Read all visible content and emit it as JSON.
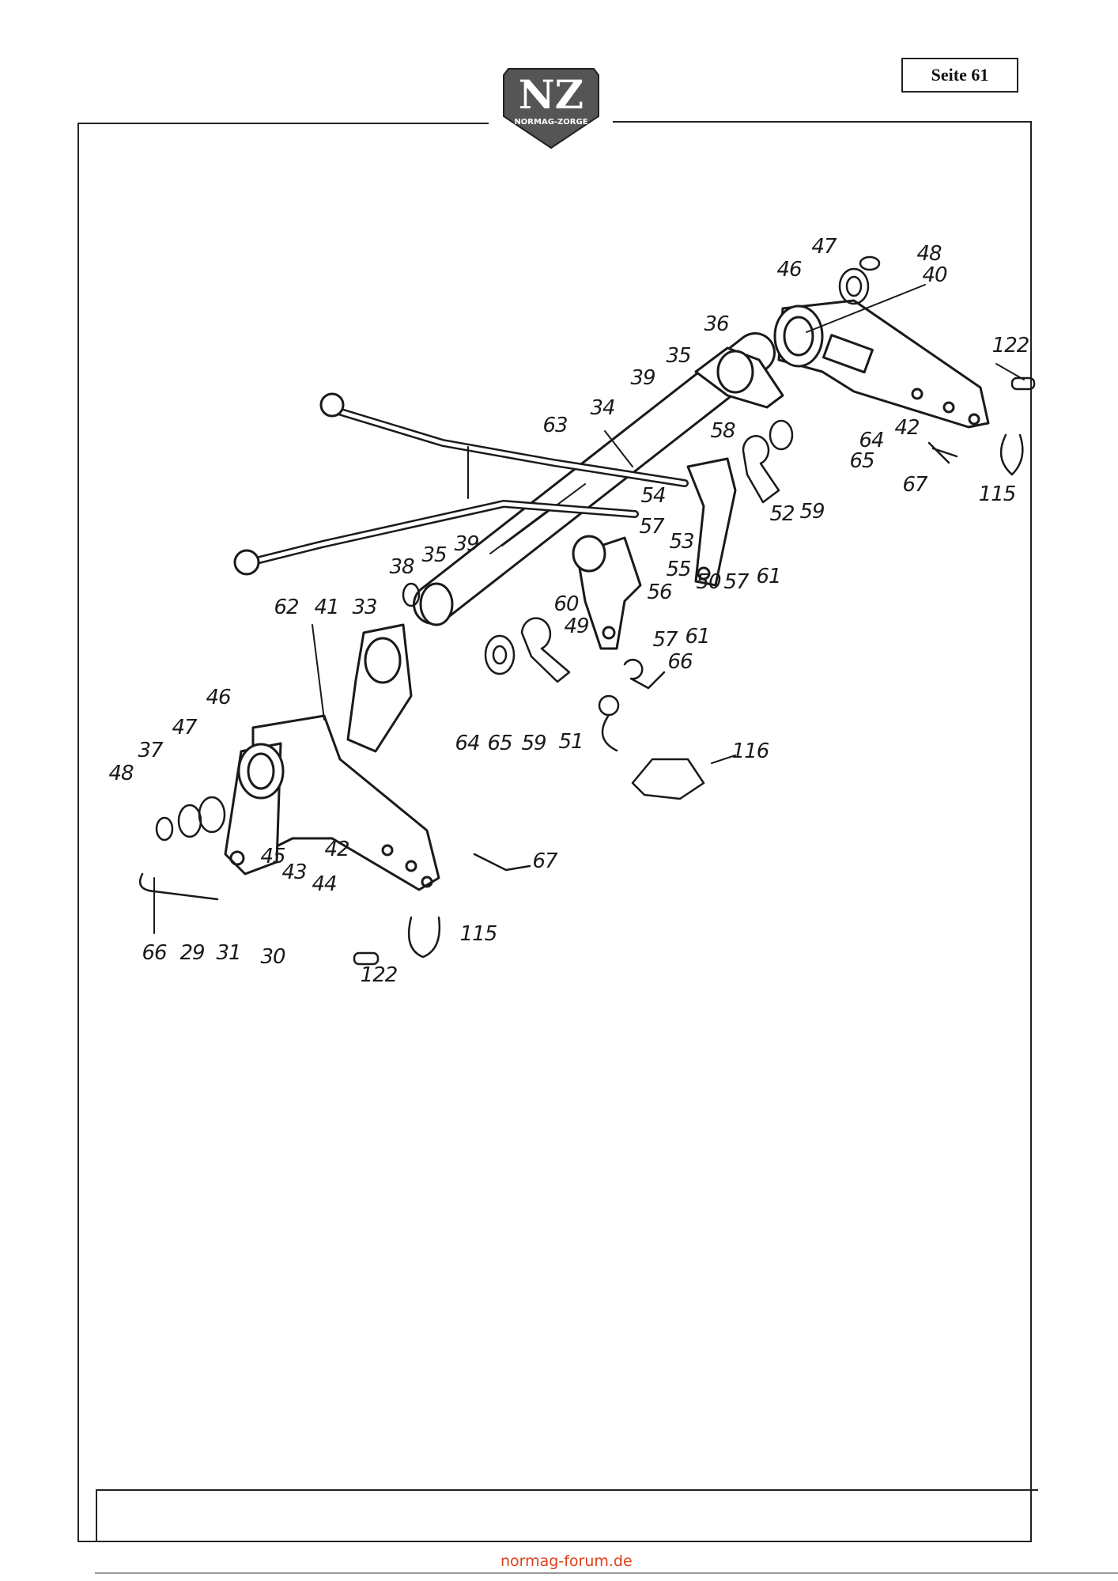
{
  "header": {
    "page_label": "Seite 61",
    "logo_text": "NZ",
    "logo_subtext": "NORMAG-ZORGE"
  },
  "callouts": [
    "47",
    "48",
    "46",
    "40",
    "122",
    "36",
    "35",
    "39",
    "34",
    "63",
    "58",
    "64",
    "42",
    "65",
    "67",
    "115",
    "52",
    "59",
    "54",
    "57",
    "53",
    "55",
    "56",
    "50",
    "57",
    "61",
    "38",
    "35",
    "39",
    "60",
    "49",
    "57",
    "61",
    "66",
    "62",
    "41",
    "33",
    "46",
    "47",
    "37",
    "48",
    "64",
    "65",
    "59",
    "51",
    "116",
    "45",
    "43",
    "42",
    "44",
    "67",
    "66",
    "29",
    "31",
    "30",
    "115",
    "122"
  ],
  "footer": {
    "watermark": "normag-forum.de"
  },
  "colors": {
    "ink": "#1a1a1a",
    "watermark": "#e0401a"
  }
}
